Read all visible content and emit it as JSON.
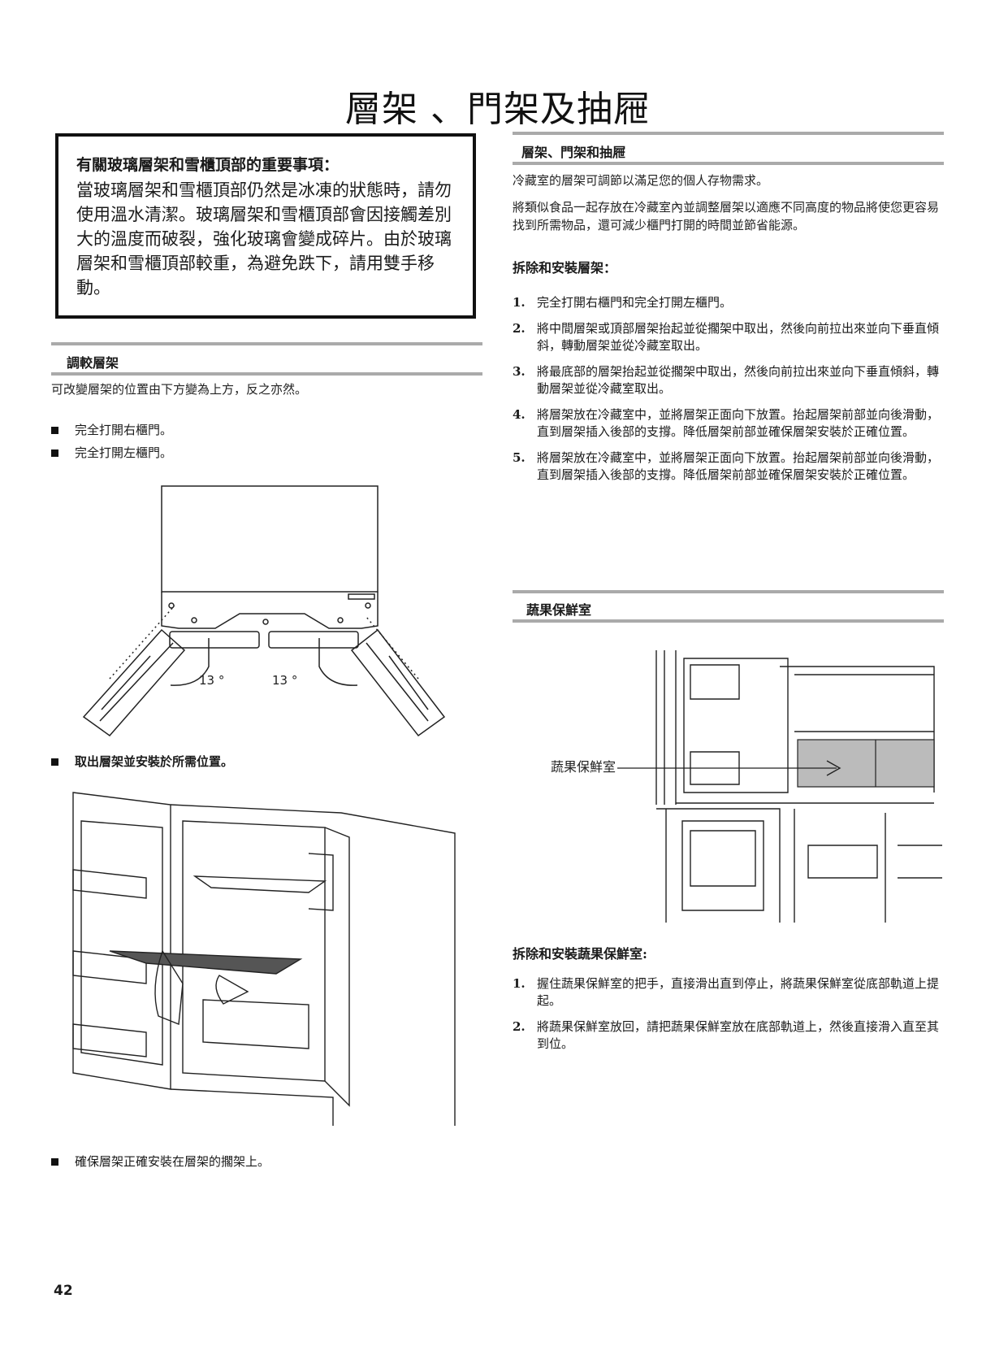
{
  "page": {
    "title": "層架 、門架及抽屜",
    "page_number": "42"
  },
  "notice": {
    "title": "有關玻璃層架和雪櫃頂部的重要事項：",
    "body": "當玻璃層架和雪櫃頂部仍然是冰凍的狀態時，請勿使用溫水清潔。玻璃層架和雪櫃頂部會因接觸差別大的溫度而破裂，強化玻璃會變成碎片。由於玻璃層架和雪櫃頂部較重，為避免跌下，請用雙手移動。"
  },
  "left": {
    "adjust_heading": "調較層架",
    "adjust_intro": "可改變層架的位置由下方變為上方，反之亦然。",
    "bullets": [
      "完全打開右櫃門。",
      "完全打開左櫃門。"
    ],
    "angle_left": "13 °",
    "angle_right": "13 °",
    "bullet_remove": "取出層架並安裝於所需位置。",
    "bullet_confirm": "確保層架正確安裝在層架的擱架上。"
  },
  "right": {
    "shelves_heading": "層架、門架和抽屜",
    "para1": "冷藏室的層架可調節以滿足您的個人存物需求。",
    "para2": "將類似食品一起存放在冷藏室內並調整層架以適應不同高度的物品將使您更容易找到所需物品，還可減少櫃門打開的時間並節省能源。",
    "remove_install_heading": "拆除和安裝層架：",
    "steps": [
      {
        "num": "1.",
        "text": "完全打開右櫃門和完全打開左櫃門。"
      },
      {
        "num": "2.",
        "text": "將中間層架或頂部層架抬起並從擱架中取出，然後向前拉出來並向下垂直傾斜，轉動層架並從冷藏室取出。"
      },
      {
        "num": "3.",
        "text": "將最底部的層架抬起並從擱架中取出，然後向前拉出來並向下垂直傾斜，轉動層架並從冷藏室取出。"
      },
      {
        "num": "4.",
        "text": "將層架放在冷藏室中，並將層架正面向下放置。抬起層架前部並向後滑動，直到層架插入後部的支撐。降低層架前部並確保層架安裝於正確位置。"
      },
      {
        "num": "5.",
        "text": "將層架放在冷藏室中，並將層架正面向下放置。抬起層架前部並向後滑動，直到層架插入後部的支撐。降低層架前部並確保層架安裝於正確位置。"
      }
    ],
    "crisper_heading": "蔬果保鮮室",
    "crisper_callout": "蔬果保鮮室",
    "crisper_remove_heading": "拆除和安裝蔬果保鮮室:",
    "crisper_steps": [
      {
        "num": "1.",
        "text": "握住蔬果保鮮室的把手，直接滑出直到停止，將蔬果保鮮室從底部軌道上提起。"
      },
      {
        "num": "2.",
        "text": "將蔬果保鮮室放回，請把蔬果保鮮室放在底部軌道上，然後直接滑入直至其到位。"
      }
    ]
  }
}
